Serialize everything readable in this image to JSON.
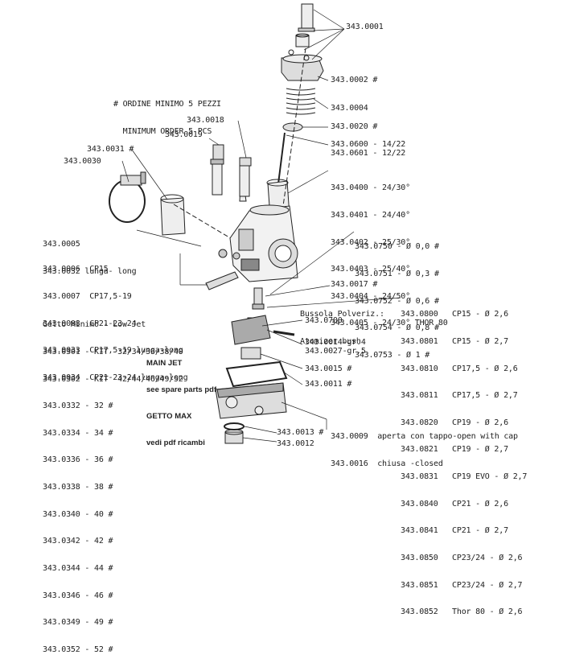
{
  "labels": {
    "p0001": "343.0001",
    "p0002": "343.0002 #",
    "p0004": "343.0004",
    "p0020": "343.0020 #",
    "p0018": "343.0018",
    "p0019": "343.0019",
    "p0031": "343.0031 #",
    "p0030": "343.0030",
    "p0600": "343.0600 - 14/22",
    "p0601": "343.0601 - 12/22",
    "p0700": "343.0700",
    "p0014": "343.0014-gr.4",
    "p0027": "343.0027-gr.5",
    "p0015": "343.0015 #",
    "p0011": "343.0011 #",
    "p0017": "343.0017 #",
    "p0013": "343.0013 #",
    "p0012": "343.0012"
  },
  "order_note": [
    "# ORDINE MINIMO 5 PEZZI",
    "MINIMUM ORDER 5 PCS"
  ],
  "slides": [
    "343.0400 - 24/30°",
    "343.0401 - 24/40°",
    "343.0402 - 25/30°",
    "343.0403 - 25/40°",
    "343.0404 - 24/50°",
    "343.0405 - 24/30° THOR 80"
  ],
  "needles": [
    "343.0750 - Ø 0,0 #",
    "343.0751 - Ø 0,3 #",
    "343.0752 - Ø 0,6 #",
    "343.0754 - Ø 0,8 #",
    "343.0753 - Ø 1 #"
  ],
  "long_note": [
    "343.0005",
    "343.0032 lunga- long"
  ],
  "bodies": [
    "343.0006  CP15",
    "343.0007  CP17,5-19",
    "343.0008  CP21-23-24",
    "343.0033  CP17,5-19 lunga-long",
    "343.0034  CP21-23-24 lunga-long"
  ],
  "low_jet": [
    "Getto Minimo - Low Jet",
    "343.0301 - KIT  32/34/36/38/40",
    "343.0302 - KIT  42/44/46/49/52",
    "343.0332 - 32 #",
    "343.0334 - 34 #",
    "343.0336 - 36 #",
    "343.0338 - 38 #",
    "343.0340 - 40 #",
    "343.0342 - 42 #",
    "343.0344 - 44 #",
    "343.0346 - 46 #",
    "343.0349 - 49 #",
    "343.0352 - 52 #"
  ],
  "main_jet": [
    "MAIN JET",
    "see spare parts pdf",
    "GETTO MAX",
    "vedi pdf ricambi"
  ],
  "atomizer_title": [
    "Bussola Polveriz.:",
    "Atomizer bush"
  ],
  "atomizers": [
    {
      "code": "343.0800",
      "desc": "CP15 - Ø 2,6"
    },
    {
      "code": "343.0801",
      "desc": "CP15 - Ø 2,7"
    },
    {
      "code": "343.0810",
      "desc": "CP17,5 - Ø 2,6"
    },
    {
      "code": "343.0811",
      "desc": "CP17,5 - Ø 2,7"
    },
    {
      "code": "343.0820",
      "desc": "CP19 - Ø 2,6"
    },
    {
      "code": "343.0821",
      "desc": "CP19 - Ø 2,7"
    },
    {
      "code": "343.0831",
      "desc": "CP19 EVO - Ø 2,7"
    },
    {
      "code": "343.0840",
      "desc": "CP21 - Ø 2,6"
    },
    {
      "code": "343.0841",
      "desc": "CP21 - Ø 2,7"
    },
    {
      "code": "343.0850",
      "desc": "CP23/24 - Ø 2,6"
    },
    {
      "code": "343.0851",
      "desc": "CP23/24 - Ø 2,7"
    },
    {
      "code": "343.0852",
      "desc": "Thor 80 - Ø 2,6"
    }
  ],
  "bowl": [
    "343.0009  aperta con tappo-open with cap",
    "343.0016  chiusa -closed"
  ]
}
